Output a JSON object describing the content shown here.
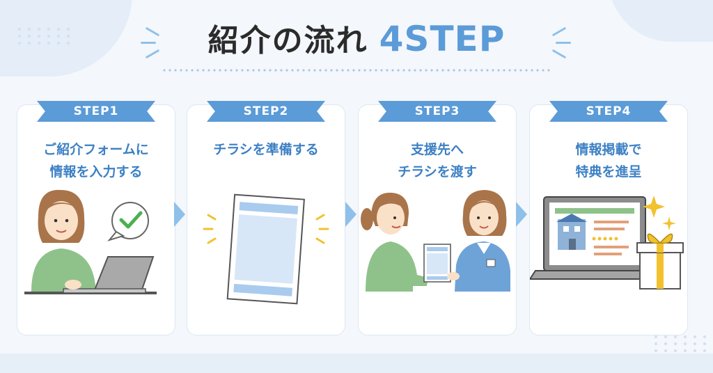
{
  "title": {
    "main": "紹介の流れ",
    "step": "4STEP"
  },
  "steps": [
    {
      "label": "STEP1",
      "lines": [
        "ご紹介フォームに",
        "情報を入力する"
      ]
    },
    {
      "label": "STEP2",
      "lines": [
        "チラシを準備する"
      ]
    },
    {
      "label": "STEP3",
      "lines": [
        "支援先へ",
        "チラシを渡す"
      ]
    },
    {
      "label": "STEP4",
      "lines": [
        "情報掲載で",
        "特典を進呈"
      ]
    }
  ],
  "colors": {
    "accent": "#5b9bd8",
    "text_accent": "#3c80c4",
    "check": "#4caf50",
    "gold": "#f2c12e"
  },
  "icons": [
    "check-icon",
    "sparkle-icon",
    "gift-icon",
    "star-rating-icon"
  ]
}
